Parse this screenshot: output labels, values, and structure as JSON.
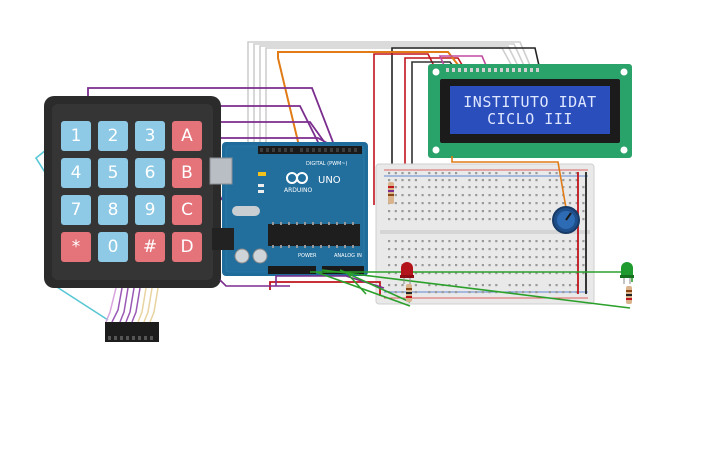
{
  "keypad": {
    "keys": [
      {
        "label": "1",
        "type": "num"
      },
      {
        "label": "2",
        "type": "num"
      },
      {
        "label": "3",
        "type": "num"
      },
      {
        "label": "A",
        "type": "letter"
      },
      {
        "label": "4",
        "type": "num"
      },
      {
        "label": "5",
        "type": "num"
      },
      {
        "label": "6",
        "type": "num"
      },
      {
        "label": "B",
        "type": "letter"
      },
      {
        "label": "7",
        "type": "num"
      },
      {
        "label": "8",
        "type": "num"
      },
      {
        "label": "9",
        "type": "num"
      },
      {
        "label": "C",
        "type": "letter"
      },
      {
        "label": "*",
        "type": "letter"
      },
      {
        "label": "0",
        "type": "num"
      },
      {
        "label": "#",
        "type": "letter"
      },
      {
        "label": "D",
        "type": "letter"
      }
    ]
  },
  "lcd": {
    "line1": "INSTITUTO IDAT",
    "line2": "CICLO III"
  },
  "arduino": {
    "brand": "ARDUINO",
    "model": "UNO",
    "digital_label": "DIGITAL (PWM~)",
    "power_label": "POWER",
    "analog_label": "ANALOG IN"
  },
  "colors": {
    "key_num": "#8ec9e6",
    "key_letter": "#e5737a",
    "board": "#1f6c9a",
    "lcd_pcb": "#2aa36a",
    "lcd_screen": "#2a4fbd",
    "wire_purple": "#7b2d8e",
    "wire_orange": "#e07b16",
    "wire_red": "#c0141c",
    "wire_black": "#222222",
    "wire_green": "#2ba02b",
    "wire_white": "#d8d8d8"
  }
}
